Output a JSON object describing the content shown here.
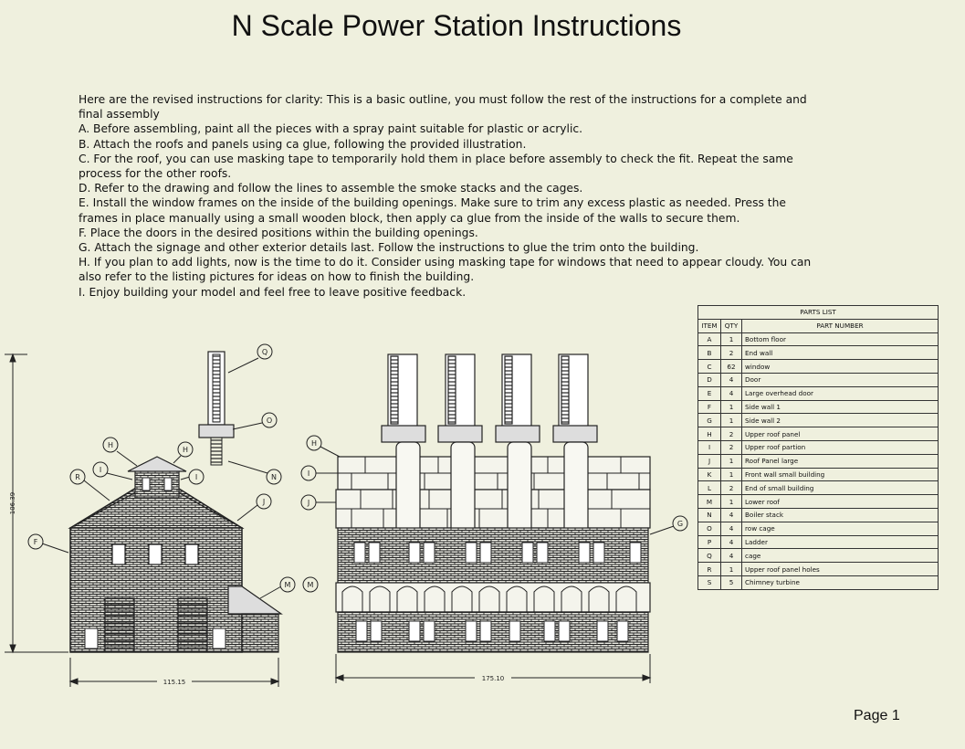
{
  "title": "N Scale Power Station Instructions",
  "instructions": [
    "Here are the revised instructions for clarity: This is a basic outline, you must follow the rest of the instructions for a complete and final assembly",
    "A. Before assembling, paint all the pieces with a spray paint suitable for plastic or acrylic.",
    "B. Attach the roofs and panels using ca glue, following the provided illustration.",
    "C. For the roof, you can use masking tape to temporarily hold them in place before assembly to check the fit. Repeat the same process for the other roofs.",
    "D. Refer to the drawing and follow the lines to assemble the smoke stacks and the cages.",
    "E. Install the window frames on the inside of the building openings. Make sure to trim any excess plastic as needed. Press the frames in place manually using a small wooden block, then apply ca glue from the inside of the walls to secure them.",
    "F. Place the doors in the desired positions within the building openings.",
    "G. Attach the signage and other exterior details last. Follow the instructions to glue the trim onto the building.",
    "H. If you plan to add lights, now is the time to do it. Consider using masking tape for windows that need to appear cloudy. You can also refer to the listing pictures for ideas on how to finish the building.",
    "I. Enjoy building your model and feel free to leave positive feedback."
  ],
  "parts_list": {
    "title": "PARTS LIST",
    "headers": [
      "ITEM",
      "QTY",
      "PART NUMBER"
    ],
    "rows": [
      [
        "A",
        "1",
        "Bottom floor"
      ],
      [
        "B",
        "2",
        "End wall"
      ],
      [
        "C",
        "62",
        "window"
      ],
      [
        "D",
        "4",
        "Door"
      ],
      [
        "E",
        "4",
        "Large overhead door"
      ],
      [
        "F",
        "1",
        "Side wall 1"
      ],
      [
        "G",
        "1",
        "Side wall 2"
      ],
      [
        "H",
        "2",
        "Upper roof panel"
      ],
      [
        "I",
        "2",
        "Upper roof partion"
      ],
      [
        "J",
        "1",
        "Roof Panel large"
      ],
      [
        "K",
        "1",
        "Front wall small building"
      ],
      [
        "L",
        "2",
        "End of small building"
      ],
      [
        "M",
        "1",
        "Lower roof"
      ],
      [
        "N",
        "4",
        "Boiler stack"
      ],
      [
        "O",
        "4",
        "row cage"
      ],
      [
        "P",
        "4",
        "Ladder"
      ],
      [
        "Q",
        "4",
        "cage"
      ],
      [
        "R",
        "1",
        "Upper roof panel holes"
      ],
      [
        "S",
        "5",
        "Chimney turbine"
      ]
    ]
  },
  "drawing": {
    "left_callouts": [
      "Q",
      "O",
      "H",
      "H",
      "I",
      "I",
      "N",
      "R",
      "J",
      "F",
      "M",
      "M"
    ],
    "right_callouts": [
      "H",
      "I",
      "J",
      "G"
    ],
    "dim_left_width": "115.15",
    "dim_height": "106.39",
    "dim_right_width": "175.10"
  },
  "page": "Page 1"
}
